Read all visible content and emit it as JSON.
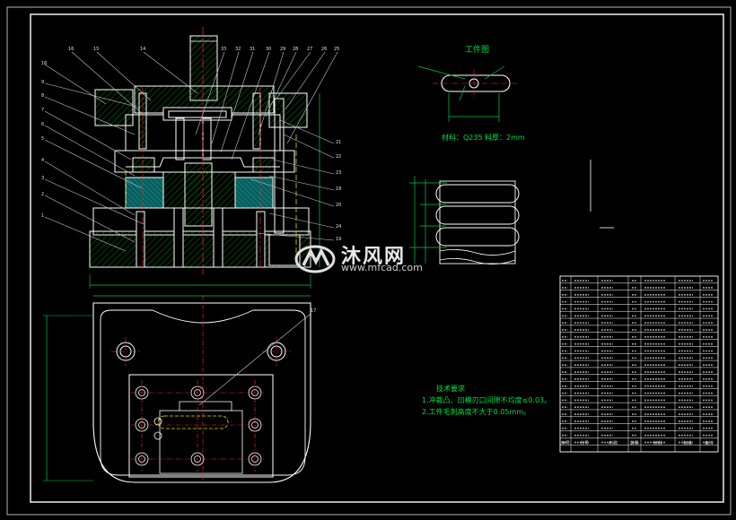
{
  "watermark": {
    "site_name": "沐风网",
    "url": "www.mfcad.com"
  },
  "workpiece": {
    "title": "工件图",
    "material_label": "材料：Q235",
    "thickness_label": "料厚：2mm"
  },
  "technical_requirements": {
    "title": "技术要求",
    "items": [
      "1.冲裁凸、凹模刃口间隙不均度≤0.03。",
      "2.工件毛刺高度不大于0.05mm。"
    ]
  },
  "bom": {
    "header": [
      "序号",
      "代号",
      "名称",
      "数量",
      "材料",
      "标准",
      "备注"
    ],
    "row_count": 24
  },
  "colors": {
    "background": "#000000",
    "outline": "#ffffff",
    "dimension": "#00cc44",
    "centerline": "#ff3030",
    "section": "#00a0a0",
    "hatch": "#00b000",
    "leader": "#c0c0c0"
  }
}
